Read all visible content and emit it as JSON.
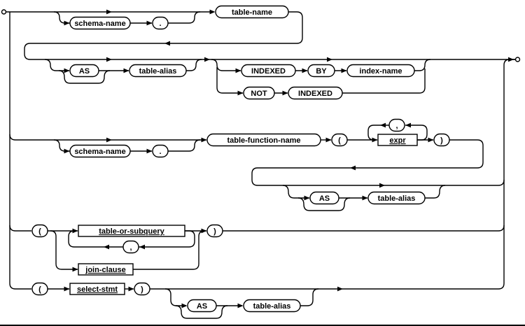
{
  "nodes": {
    "schema_name_1": "schema-name",
    "dot_1": ".",
    "table_name": "table-name",
    "as_1": "AS",
    "table_alias_1": "table-alias",
    "indexed_1": "INDEXED",
    "by_1": "BY",
    "index_name": "index-name",
    "not_1": "NOT",
    "indexed_2": "INDEXED",
    "schema_name_2": "schema-name",
    "dot_2": ".",
    "table_function_name": "table-function-name",
    "lparen_1": "(",
    "comma_1": ",",
    "expr": "expr",
    "rparen_1": ")",
    "as_2": "AS",
    "table_alias_2": "table-alias",
    "lparen_2": "(",
    "table_or_subquery": "table-or-subquery",
    "comma_2": ",",
    "join_clause": "join-clause",
    "rparen_2": ")",
    "lparen_3": "(",
    "select_stmt": "select-stmt",
    "rparen_3": ")",
    "as_3": "AS",
    "table_alias_3": "table-alias"
  },
  "colors": {
    "line": "#000000",
    "terminal_text": "#000000",
    "nonterminal_text": "#0000cc",
    "background": "#ffffff"
  }
}
